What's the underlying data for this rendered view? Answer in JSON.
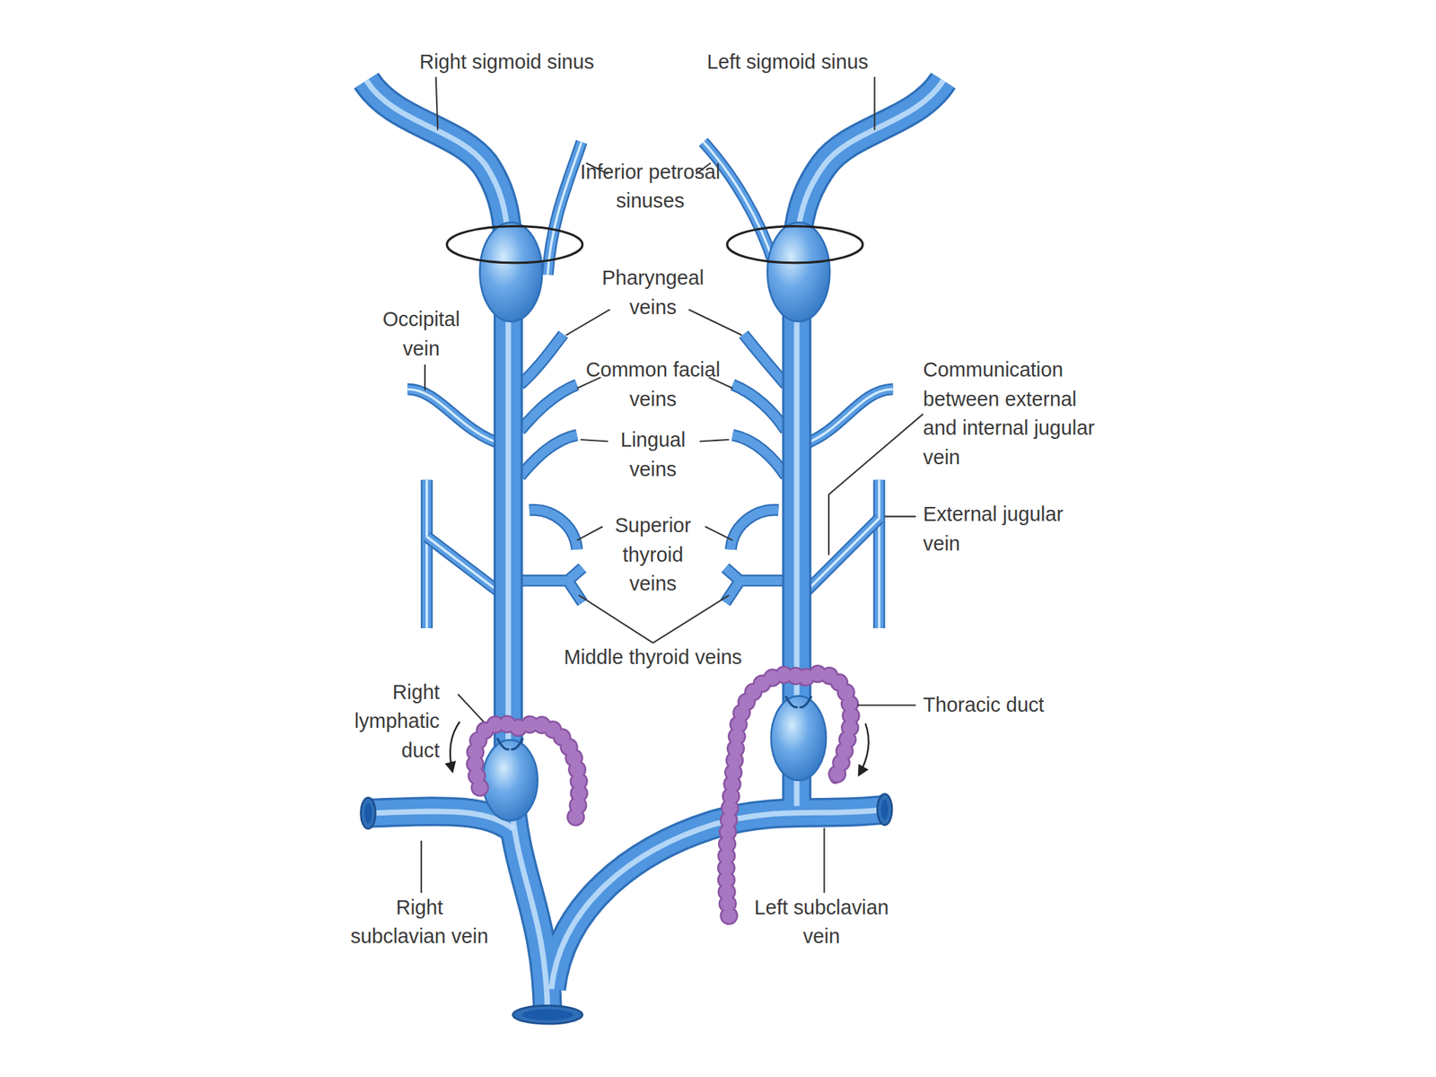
{
  "diagram": {
    "labels": [
      "Right sigmoid sinus",
      "Left sigmoid sinus",
      "Inferior petrosal sinuses",
      "Pharyngeal veins",
      "Occipital vein",
      "Common facial veins",
      "Communication between external and internal jugular vein",
      "Lingual veins",
      "External jugular vein",
      "Superior thyroid veins",
      "Middle thyroid veins",
      "Right lymphatic duct",
      "Thoracic duct",
      "Right subclavian vein",
      "Left subclavian vein"
    ]
  }
}
